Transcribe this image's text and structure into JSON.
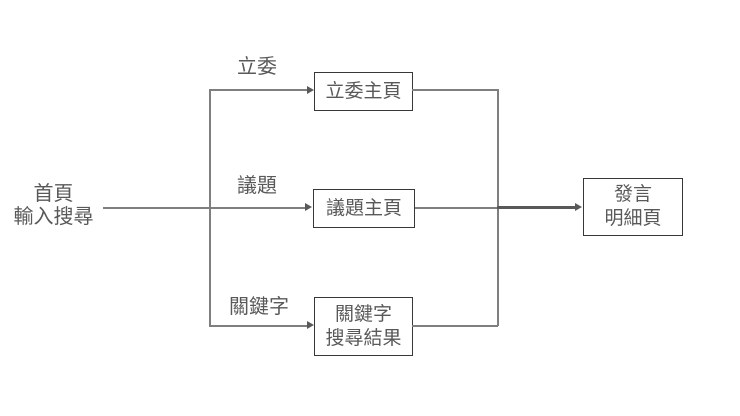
{
  "diagram": {
    "colors": {
      "background": "#ffffff",
      "line": "#7f7f7f",
      "arrow": "#595959",
      "box_border": "#383838",
      "text": "#595959"
    },
    "start": {
      "line1": "首頁",
      "line2": "輸入搜尋"
    },
    "branches": {
      "legislator": "立委",
      "topic": "議題",
      "keyword": "關鍵字"
    },
    "nodes": {
      "legislator_page": {
        "line1": "立委主頁"
      },
      "topic_page": {
        "line1": "議題主頁"
      },
      "keyword_results": {
        "line1": "關鍵字",
        "line2": "搜尋結果"
      },
      "speech_detail": {
        "line1": "發言",
        "line2": "明細頁"
      }
    }
  }
}
